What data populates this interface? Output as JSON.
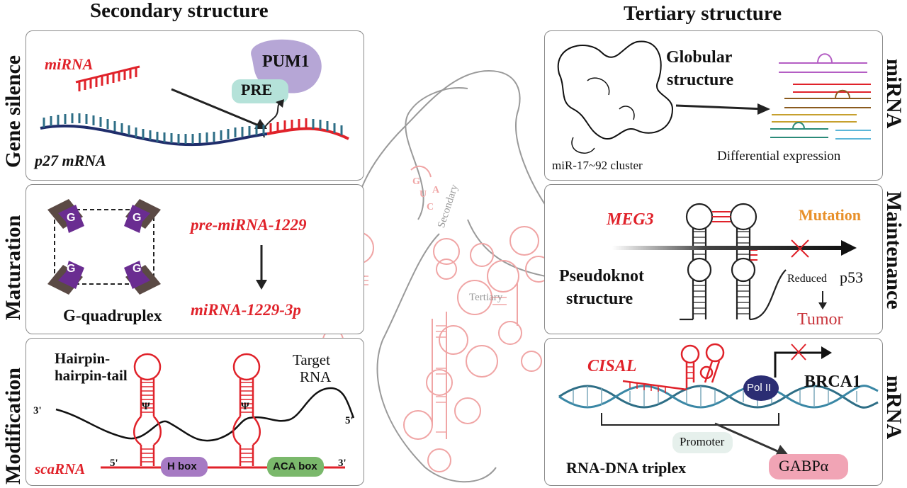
{
  "headers": {
    "secondary": "Secondary structure",
    "tertiary": "Tertiary structure"
  },
  "left_labels": {
    "gene_silence": "Gene silence",
    "maturation": "Maturation",
    "modification": "Modification"
  },
  "right_labels": {
    "mirna": "miRNA",
    "maintenance": "Maintenance",
    "mrna": "mRNA"
  },
  "panel_gene": {
    "mirna": "miRNA",
    "pum1": "PUM1",
    "pre": "PRE",
    "p27": "p27 mRNA"
  },
  "panel_maturation": {
    "pre_mirna": "pre-miRNA-1229",
    "mirna_3p": "miRNA-1229-3p",
    "gq": "G-quadruplex",
    "g": "G"
  },
  "panel_modification": {
    "hairpin1": "Hairpin-",
    "hairpin2": "hairpin-tail",
    "target1": "Target",
    "target2": "RNA",
    "three_prime": "3'",
    "five_prime": "5'",
    "psi": "Ψ",
    "scarna": "scaRNA",
    "hbox": "H box",
    "acabox": "ACA box"
  },
  "panel_mirna_tert": {
    "globular1": "Globular",
    "globular2": "structure",
    "cluster": "miR-17~92 cluster",
    "diff": "Differential expression"
  },
  "panel_maintenance": {
    "meg3": "MEG3",
    "mutation": "Mutation",
    "pseudo1": "Pseudoknot",
    "pseudo2": "structure",
    "reduced": "Reduced",
    "p53": "p53",
    "tumor": "Tumor"
  },
  "panel_mrna": {
    "cisal": "CISAL",
    "polii": "Pol II",
    "brca1": "BRCA1",
    "promoter": "Promoter",
    "triplex": "RNA-DNA triplex",
    "gabpa": "GABPα"
  },
  "center": {
    "secondary": "Secondary",
    "tertiary": "Tertiary",
    "seq": [
      "G",
      "U",
      "C",
      "A"
    ]
  },
  "colors": {
    "red": "#e0222a",
    "navy": "#1f2d6b",
    "purple": "#6a2d91",
    "teal": "#2e6e86",
    "orange": "#e8902a",
    "pink_rna": "#f0a5a5"
  }
}
